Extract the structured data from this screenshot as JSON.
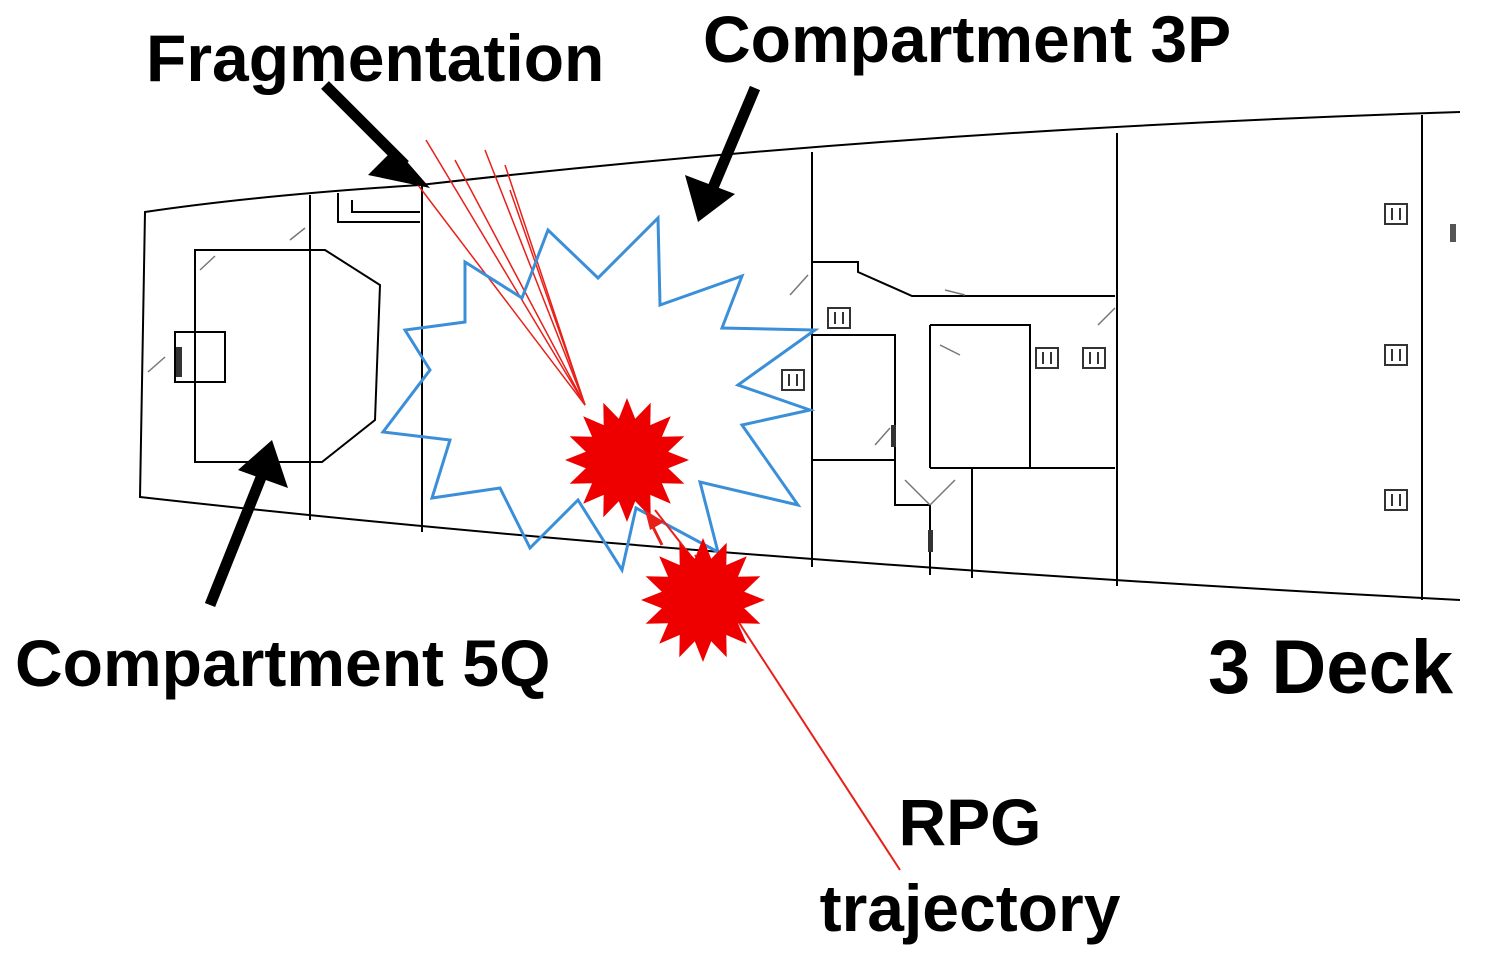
{
  "labels": {
    "fragmentation": "Fragmentation",
    "compartment_3p": "Compartment 3P",
    "compartment_5q": "Compartment 5Q",
    "deck": "3 Deck",
    "rpg_line1": "RPG",
    "rpg_line2": "trajectory"
  },
  "colors": {
    "blast_outline": "#3b8fd9",
    "explosion": "#ee0000",
    "rpg_trajectory": "#e8201a",
    "fragmentation_rays": "#e8201a",
    "hull_lines": "#000000",
    "text": "#000000"
  },
  "icons": [
    "arrow-pointer-icon",
    "explosion-icon",
    "blast-outline-icon",
    "door-symbol-icon",
    "ladder-symbol-icon"
  ]
}
